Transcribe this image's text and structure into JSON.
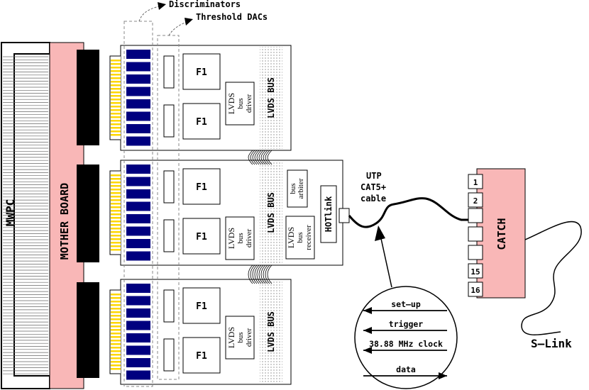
{
  "labels": {
    "discriminators": "Discriminators",
    "threshold_dacs": "Threshold DACs",
    "mwpc": "MWPC",
    "mother_board": "MOTHER BOARD",
    "f1": "F1",
    "lvds_bus": "LVDS BUS",
    "driver_l1": "LVDS",
    "driver_l2": "bus",
    "driver_l3": "driver",
    "receiver_l3": "receiver",
    "arbiter_l1": "bus",
    "arbiter_l2": "arbiter",
    "hotlink": "HOTlink",
    "cable_l1": "UTP",
    "cable_l2": "CAT5+",
    "cable_l3": "cable",
    "catch": "CATCH",
    "port_1": "1",
    "port_2": "2",
    "port_15": "15",
    "port_16": "16",
    "slink": "S–Link"
  },
  "signals": [
    "set–up",
    "trigger",
    "38.88 MHz clock",
    "data"
  ],
  "colors": {
    "pink": "#f9b7b7",
    "navy": "#00007f",
    "gold": "#ffd700",
    "black": "#000000"
  }
}
